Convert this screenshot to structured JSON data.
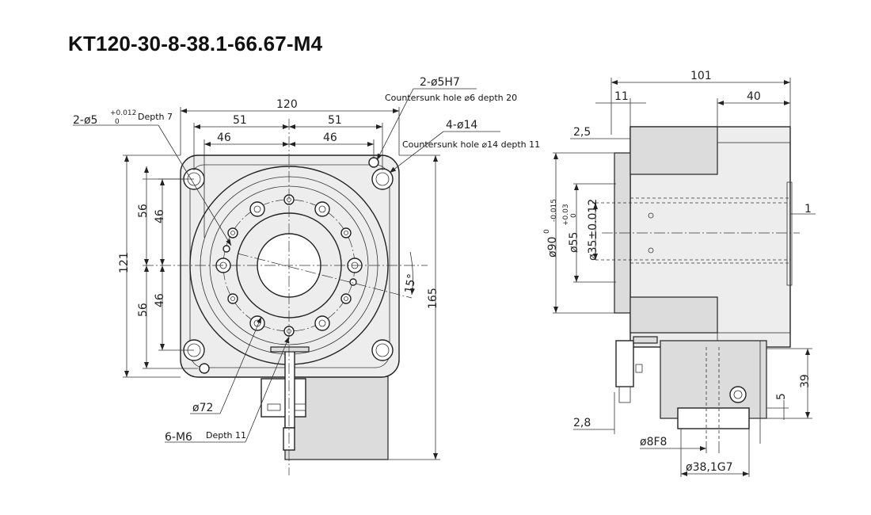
{
  "title": "KT120-30-8-38.1-66.67-M4",
  "front_view": {
    "dim_width_total": "120",
    "dim_left_51": "51",
    "dim_right_51": "51",
    "dim_left_46": "46",
    "dim_right_46": "46",
    "dim_height_121": "121",
    "dim_upper_56": "56",
    "dim_lower_56": "56",
    "dim_upper_46": "46",
    "dim_lower_46": "46",
    "dim_height_165": "165",
    "angle_15": "15°",
    "pin_hole_label": "2-ø5",
    "pin_hole_tol_upper": "+0.012",
    "pin_hole_tol_lower": "0",
    "pin_hole_depth": "Depth 7",
    "reamed_hole_label": "2-ø5H7",
    "reamed_hole_note": "Countersunk hole ⌀6 depth 20",
    "mount_hole_label": "4-ø14",
    "mount_hole_note": "Countersunk hole ⌀14 depth 11",
    "pcd_label": "ø72",
    "thread_label": "6-M6",
    "thread_depth": "Depth 11"
  },
  "side_view": {
    "dim_total_101": "101",
    "dim_11": "11",
    "dim_40": "40",
    "dim_2_5": "2,5",
    "dim_90": "ø90",
    "dim_90_tol_upper": "0",
    "dim_90_tol_lower": "-0.015",
    "dim_55": "ø55",
    "dim_55_tol_upper": "+0.03",
    "dim_55_tol_lower": "0",
    "dim_35": "ø35±0.012",
    "dim_1": "1",
    "dim_39": "39",
    "dim_5": "5",
    "dim_2_8": "2,8",
    "dim_8f8": "ø8F8",
    "dim_38_1g7": "ø38,1G7"
  }
}
